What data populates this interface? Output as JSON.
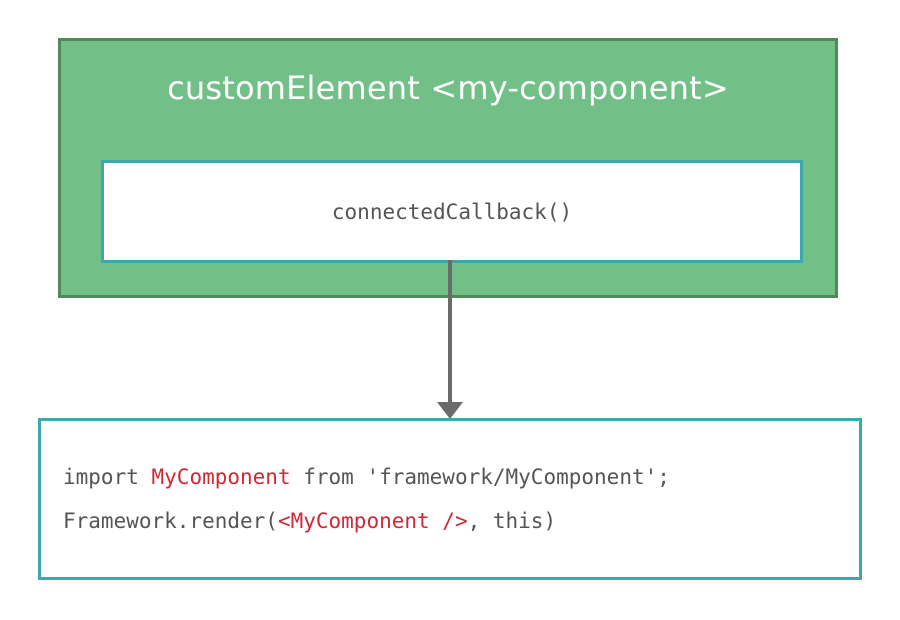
{
  "outer": {
    "title": "customElement <my-component>"
  },
  "inner": {
    "label": "connectedCallback()"
  },
  "code": {
    "line1": {
      "part1": "import ",
      "part2": "MyComponent",
      "part3": " from 'framework/MyComponent';"
    },
    "line2": {
      "part1": "Framework.render(",
      "part2": "<MyComponent />",
      "part3": ", this)"
    }
  },
  "colors": {
    "outer_fill": "#72c087",
    "outer_border": "#4f8a58",
    "inner_border": "#3aa8ae",
    "arrow": "#6b6b6b",
    "code_highlight": "#cc2a36"
  }
}
